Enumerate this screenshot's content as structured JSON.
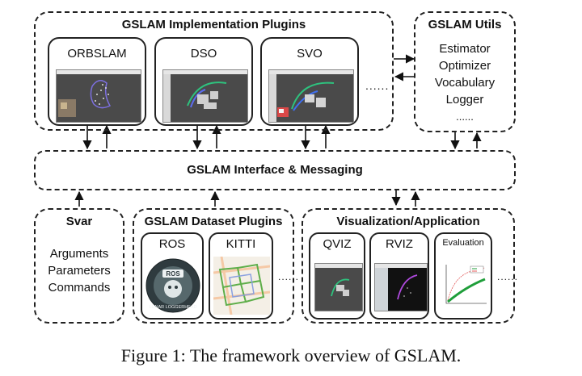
{
  "implementation": {
    "title": "GSLAM Implementation Plugins",
    "plugins": [
      "ORBSLAM",
      "DSO",
      "SVO"
    ],
    "more": "......"
  },
  "utils": {
    "title": "GSLAM Utils",
    "items": [
      "Estimator",
      "Optimizer",
      "Vocabulary",
      "Logger",
      "......"
    ]
  },
  "interface": {
    "title": "GSLAM Interface & Messaging"
  },
  "svar": {
    "title": "Svar",
    "items": [
      "Arguments",
      "Parameters",
      "Commands"
    ]
  },
  "dataset": {
    "title": "GSLAM Dataset Plugins",
    "plugins": [
      "ROS",
      "KITTI"
    ],
    "more": "......",
    "ros_logo_text": "ROS",
    "ros_logo_ring": "LUNAR LOGGERHEAD"
  },
  "visualization": {
    "title": "Visualization/Application",
    "plugins": [
      "QVIZ",
      "RVIZ",
      "Evaluation"
    ],
    "more": "......"
  },
  "caption": "Figure 1: The framework overview of GSLAM."
}
